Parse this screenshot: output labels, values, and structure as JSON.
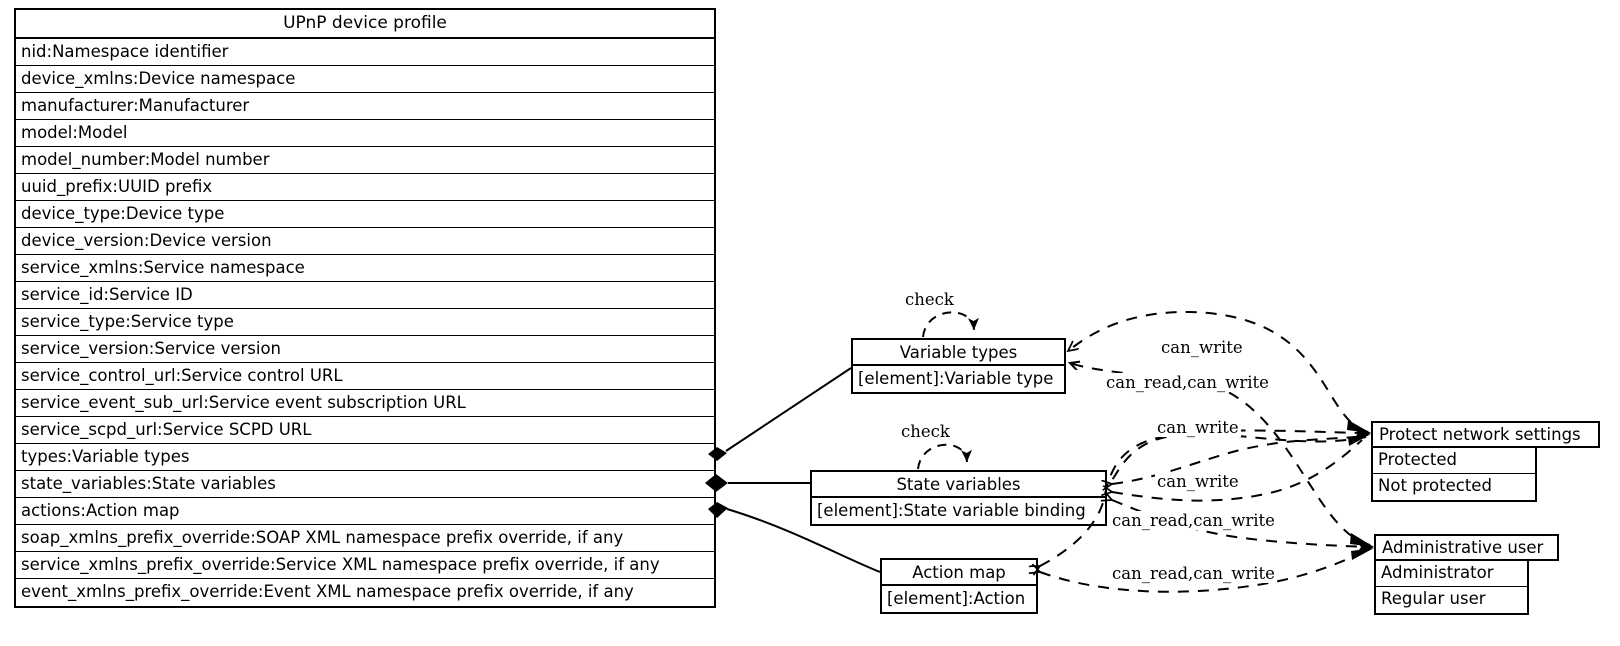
{
  "diagram": {
    "kind": "uml-class-diagram",
    "colors": {
      "line": "#000000",
      "background": "#ffffff",
      "text": "#000000"
    }
  },
  "profile": {
    "title": "UPnP device profile",
    "rows": [
      "nid:Namespace identifier",
      "device_xmlns:Device namespace",
      "manufacturer:Manufacturer",
      "model:Model",
      "model_number:Model number",
      "uuid_prefix:UUID prefix",
      "device_type:Device type",
      "device_version:Device version",
      "service_xmlns:Service namespace",
      "service_id:Service ID",
      "service_type:Service type",
      "service_version:Service version",
      "service_control_url:Service control URL",
      "service_event_sub_url:Service event subscription URL",
      "service_scpd_url:Service SCPD URL",
      "types:Variable types",
      "state_variables:State variables",
      "actions:Action map",
      "soap_xmlns_prefix_override:SOAP XML namespace prefix override, if any",
      "service_xmlns_prefix_override:Service XML namespace prefix override, if any",
      "event_xmlns_prefix_override:Event XML namespace prefix override, if any"
    ]
  },
  "boxes": {
    "variable_types": {
      "title": "Variable types",
      "rows": [
        "[element]:Variable type"
      ]
    },
    "state_variables": {
      "title": "State variables",
      "rows": [
        "[element]:State variable binding"
      ]
    },
    "action_map": {
      "title": "Action map",
      "rows": [
        "[element]:Action"
      ]
    },
    "protect_network_settings": {
      "title": "Protect network settings",
      "rows": [
        "Protected",
        "Not protected"
      ]
    },
    "administrative_user": {
      "title": "Administrative user",
      "rows": [
        "Administrator",
        "Regular user"
      ]
    }
  },
  "edge_labels": {
    "check_variable_types": "check",
    "check_state_variables": "check",
    "vt_protect_write": "can_write",
    "vt_admin_readwrite": "can_read,can_write",
    "sv_protect_write": "can_write",
    "sv_protect_write2": "can_write",
    "sv_admin_readwrite": "can_read,can_write",
    "am_admin_readwrite": "can_read,can_write"
  }
}
